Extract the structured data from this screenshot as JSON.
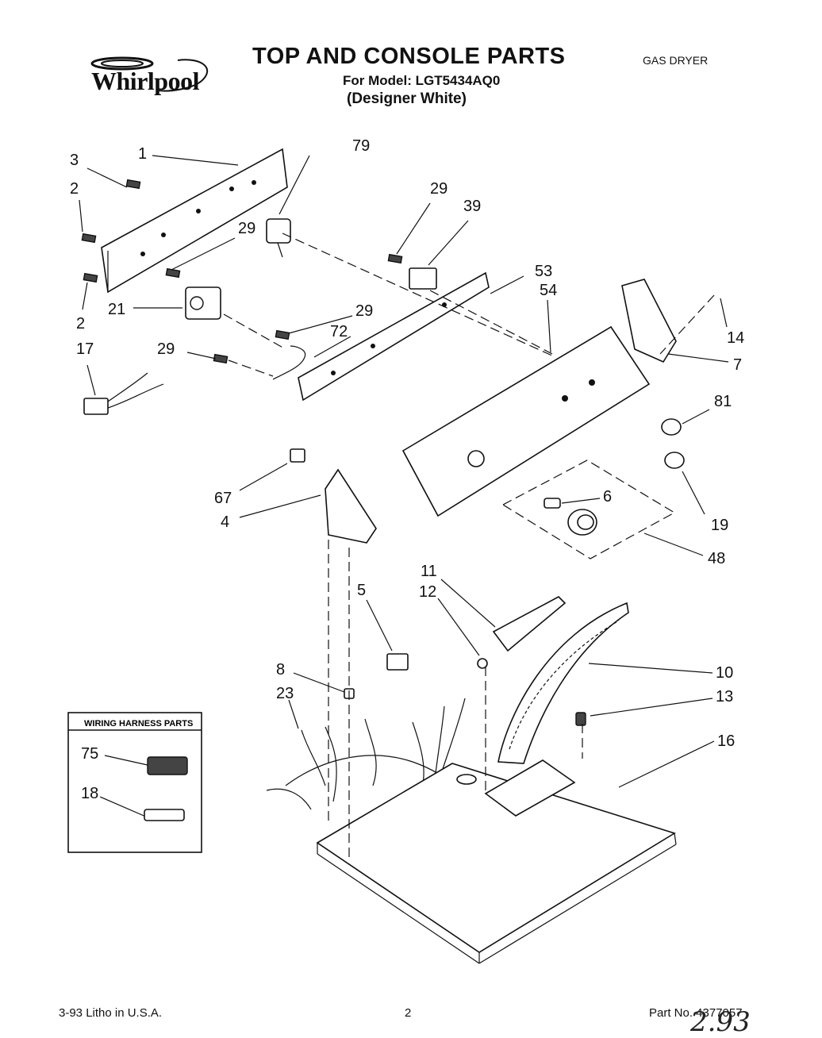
{
  "header": {
    "brand": "Whirlpool",
    "title": "TOP AND CONSOLE PARTS",
    "model_line": "For Model: LGT5434AQ0",
    "color_line": "(Designer White)",
    "product_type": "GAS DRYER"
  },
  "callouts": [
    "1",
    "2",
    "2",
    "3",
    "79",
    "29",
    "29",
    "39",
    "53",
    "54",
    "21",
    "29",
    "72",
    "29",
    "17",
    "14",
    "7",
    "81",
    "19",
    "6",
    "48",
    "67",
    "4",
    "5",
    "11",
    "12",
    "10",
    "13",
    "8",
    "23",
    "16",
    "75",
    "18"
  ],
  "inset": {
    "title": "WIRING HARNESS PARTS"
  },
  "footer": {
    "litho": "3-93  Litho in U.S.A.",
    "page": "2",
    "part_no": "Part No. 4377057",
    "handwritten": "2.93"
  }
}
